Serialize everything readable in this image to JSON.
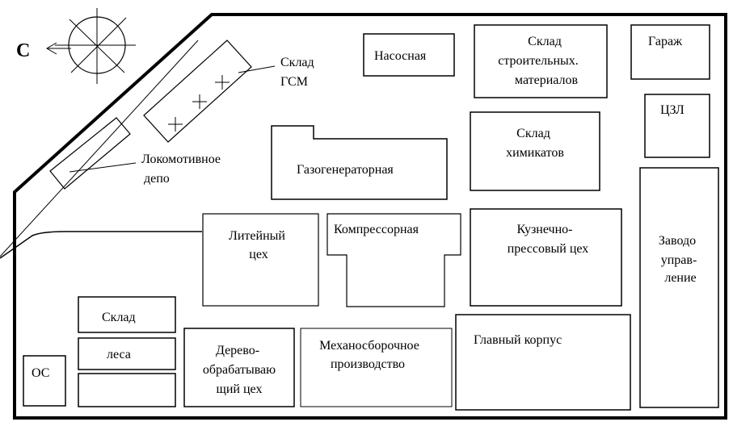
{
  "compass": {
    "letter": "С"
  },
  "labels": {
    "fuel_depot": [
      "Склад",
      "ГСМ"
    ],
    "loco_depot": [
      "Локомотивное",
      "депо"
    ],
    "pump_house": "Насосная",
    "construction_store": [
      "Склад",
      "строительных.",
      "материалов"
    ],
    "garage": "Гараж",
    "lab": "ЦЗЛ",
    "gas_generator": "Газогенераторная",
    "chemical_store": [
      "Склад",
      "химикатов"
    ],
    "foundry": [
      "Литейный",
      "цех"
    ],
    "compressor": "Компрессорная",
    "forge": [
      "Кузнечно-",
      "прессовый цех"
    ],
    "admin": [
      "Заводо",
      "управ-",
      "ление"
    ],
    "timber_store": [
      "Склад",
      "леса"
    ],
    "treatment": "ОС",
    "woodwork": [
      "Дерево-",
      "обрабатываю",
      "щий цех"
    ],
    "assembly": [
      "Механосборочное",
      "производство"
    ],
    "main_building": "Главный корпус"
  }
}
